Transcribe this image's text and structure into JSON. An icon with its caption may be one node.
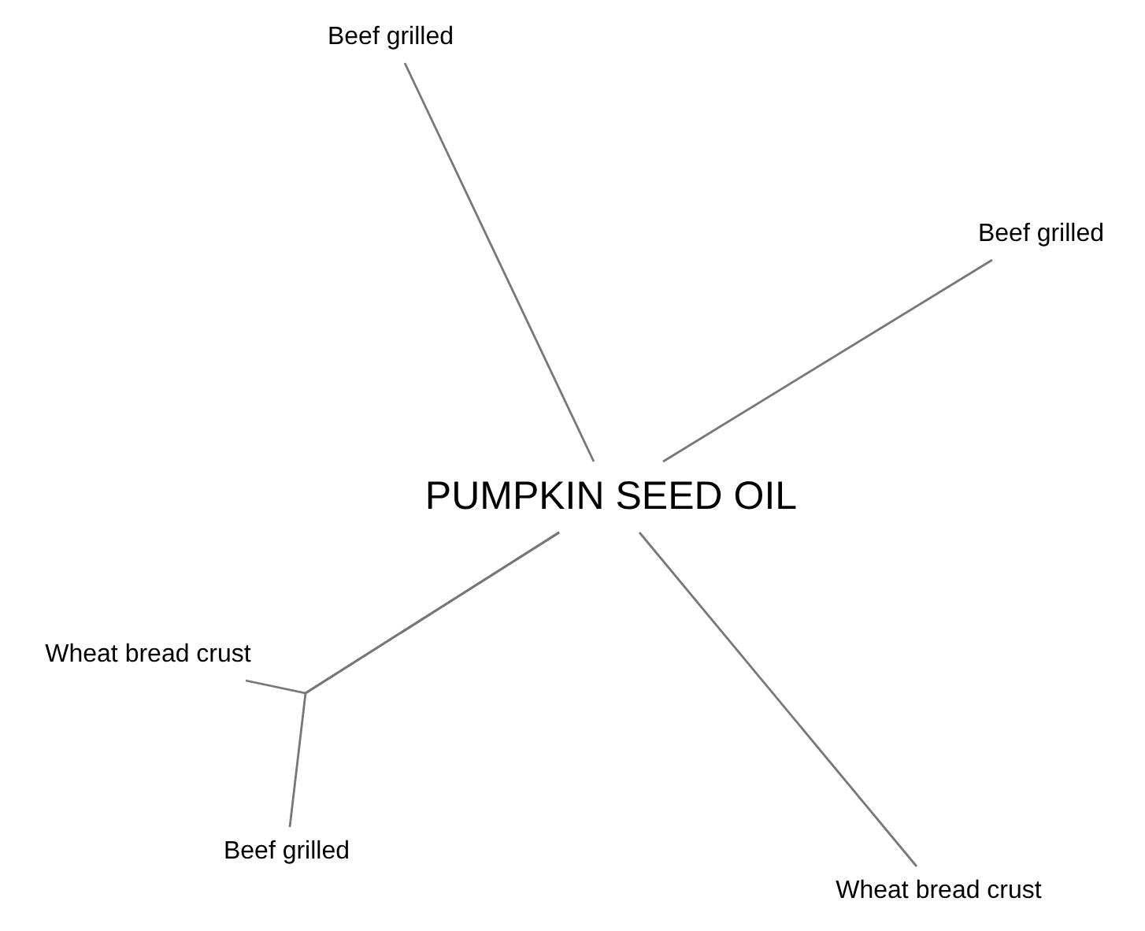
{
  "diagram": {
    "nodes": [
      {
        "text": [
          "PUMPKIN SEED OIL"
        ]
      },
      {
        "text": [
          "Beef grilled"
        ]
      },
      {
        "text": [
          "Beef grilled"
        ]
      },
      {
        "text": [
          "Wheat bread crust"
        ]
      },
      {
        "text": [
          "Beef grilled"
        ]
      },
      {
        "text": [
          "Wheat bread crust"
        ]
      }
    ],
    "edges": [
      {
        "from": 0,
        "to": 1,
        "arrow": "none"
      },
      {
        "from": 0,
        "to": 2,
        "arrow": "none"
      },
      {
        "from": 0,
        "to": 3,
        "arrow": "none"
      },
      {
        "from": 0,
        "to": 4,
        "arrow": "none"
      },
      {
        "from": 0,
        "to": 5,
        "arrow": "none"
      }
    ]
  }
}
